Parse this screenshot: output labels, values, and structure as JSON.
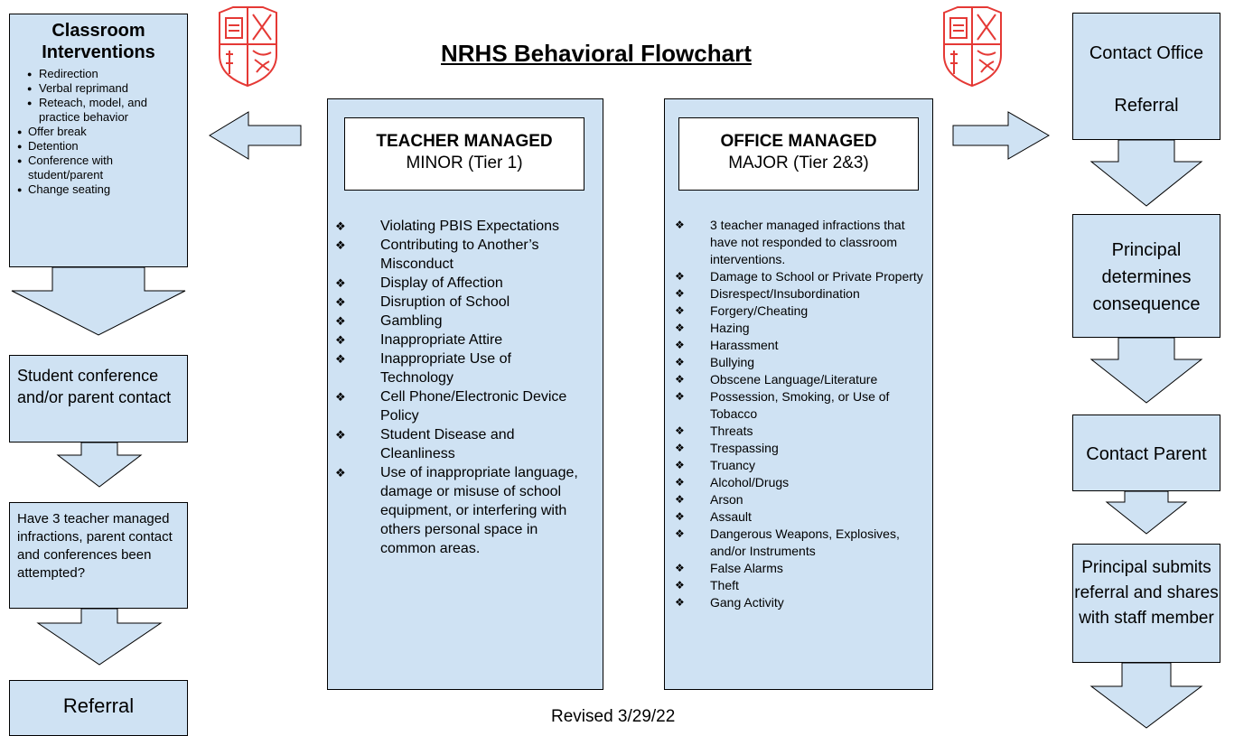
{
  "title": "NRHS Behavioral Flowchart",
  "revised": "Revised 3/29/22",
  "classroom": {
    "title": "Classroom Interventions",
    "items": [
      "Redirection",
      "Verbal reprimand",
      "Reteach, model, and practice behavior",
      "Offer break",
      "Detention",
      "Conference with student/parent",
      "Change seating"
    ]
  },
  "student_conference": "Student conference and/or parent contact",
  "question": "Have 3 teacher managed infractions, parent contact and conferences been attempted?",
  "referral_left": "Referral",
  "teacher": {
    "heading": "TEACHER MANAGED",
    "sub": "MINOR (Tier 1)",
    "items": [
      "Violating PBIS Expectations",
      "Contributing to Another’s Misconduct",
      "Display of Affection",
      "Disruption of School",
      "Gambling",
      "Inappropriate Attire",
      "Inappropriate Use of Technology",
      "Cell Phone/Electronic Device Policy",
      "Student Disease and Cleanliness",
      "Use of inappropriate language, damage or misuse of school equipment, or interfering with others personal space in common areas."
    ]
  },
  "office": {
    "heading": "OFFICE MANAGED",
    "sub": "MAJOR (Tier 2&3)",
    "items": [
      "3 teacher managed infractions that have not responded to classroom interventions.",
      "Damage to School or Private Property",
      "Disrespect/Insubordination",
      "Forgery/Cheating",
      "Hazing",
      "Harassment",
      "Bullying",
      "Obscene Language/Literature",
      "Possession, Smoking, or Use of Tobacco",
      "Threats",
      "Trespassing",
      "Truancy",
      "Alcohol/Drugs",
      "Arson",
      "Assault",
      "Dangerous Weapons, Explosives, and/or Instruments",
      "False Alarms",
      "Theft",
      "Gang Activity"
    ]
  },
  "right": {
    "contact_office": "Contact Office",
    "referral": "Referral",
    "principal_determines": "Principal determines consequence",
    "contact_parent": "Contact Parent",
    "principal_submits": "Principal submits referral and shares with staff member"
  },
  "colors": {
    "box_fill": "#cfe2f3",
    "crest_red": "#e53935"
  }
}
